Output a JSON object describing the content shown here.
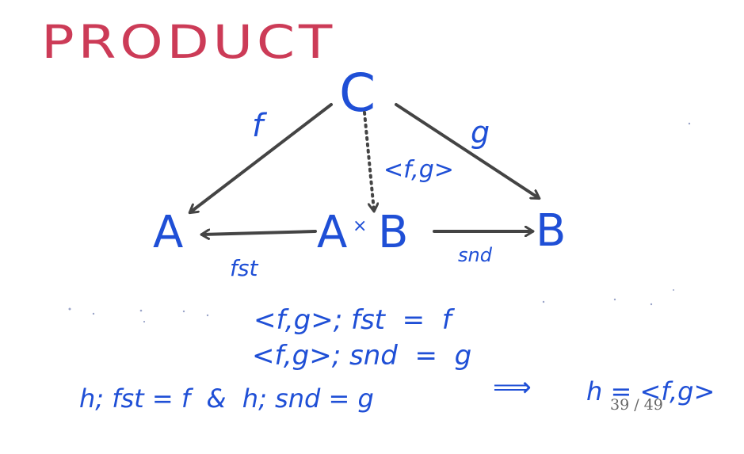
{
  "colors": {
    "title": "#cc3b57",
    "ink": "#1f4fd6",
    "arrow": "#444444",
    "counter": "#666666"
  },
  "slide": {
    "title": "PRODUCT"
  },
  "diagram": {
    "nodes": {
      "c": "C",
      "a": "A",
      "product": "A",
      "times": "×",
      "product_b": "B",
      "b": "B"
    },
    "arrows": {
      "f": "f",
      "g": "g",
      "pair": "<f,g>",
      "fst": "fst",
      "snd": "snd"
    }
  },
  "equations": {
    "line1": "<f,g>; fst  =  f",
    "line2": "<f,g>; snd  =  g",
    "line3_left": "h; fst = f  &  h; snd = g",
    "implies": "⟹",
    "line3_right": "h = <f,g>"
  },
  "pagination": {
    "text": "39 / 49"
  }
}
